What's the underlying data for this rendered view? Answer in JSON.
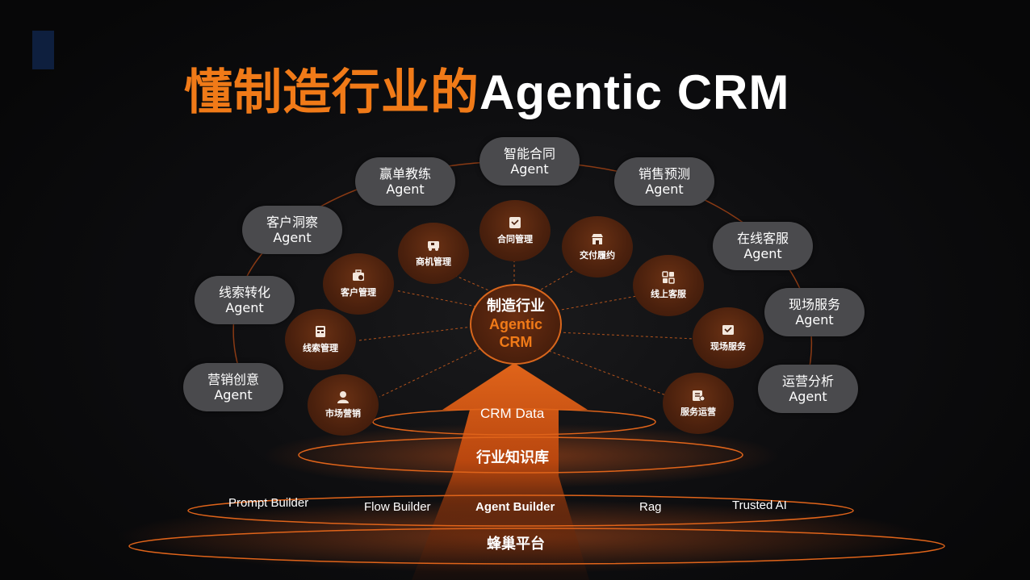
{
  "title": {
    "cn": "懂制造行业的",
    "en": "Agentic CRM"
  },
  "center": {
    "line1": "制造行业",
    "line2": "Agentic",
    "line3": "CRM"
  },
  "agents": [
    {
      "id": "contract",
      "line1": "智能合同",
      "line2": "Agent"
    },
    {
      "id": "win-coach",
      "line1": "赢单教练",
      "line2": "Agent"
    },
    {
      "id": "sales-forecast",
      "line1": "销售预测",
      "line2": "Agent"
    },
    {
      "id": "customer-insight",
      "line1": "客户洞察",
      "line2": "Agent"
    },
    {
      "id": "online-service",
      "line1": "在线客服",
      "line2": "Agent"
    },
    {
      "id": "lead-conversion",
      "line1": "线索转化",
      "line2": "Agent"
    },
    {
      "id": "field-service",
      "line1": "现场服务",
      "line2": "Agent"
    },
    {
      "id": "marketing-creative",
      "line1": "营销创意",
      "line2": "Agent"
    },
    {
      "id": "ops-analysis",
      "line1": "运营分析",
      "line2": "Agent"
    }
  ],
  "modules": [
    {
      "id": "contract-mgmt",
      "label": "合同管理",
      "icon": "contract-icon"
    },
    {
      "id": "opportunity-mgmt",
      "label": "商机管理",
      "icon": "truck-icon"
    },
    {
      "id": "delivery",
      "label": "交付履约",
      "icon": "store-icon"
    },
    {
      "id": "customer-mgmt",
      "label": "客户管理",
      "icon": "briefcase-icon"
    },
    {
      "id": "online-cs",
      "label": "线上客服",
      "icon": "grid-icon"
    },
    {
      "id": "lead-mgmt",
      "label": "线索管理",
      "icon": "calculator-icon"
    },
    {
      "id": "field-svc",
      "label": "现场服务",
      "icon": "box-icon"
    },
    {
      "id": "marketing",
      "label": "市场营销",
      "icon": "person-icon"
    },
    {
      "id": "service-ops",
      "label": "服务运营",
      "icon": "clipboard-icon"
    }
  ],
  "layers": {
    "crm_data": "CRM Data",
    "knowledge": "行业知识库",
    "builders": [
      "Prompt Builder",
      "Flow Builder",
      "Agent Builder",
      "Rag",
      "Trusted AI"
    ],
    "platform": "蜂巢平台"
  },
  "colors": {
    "accent": "#f07a18",
    "agent_pill": "#4a4a4d",
    "module_fill": "#4a200d"
  }
}
